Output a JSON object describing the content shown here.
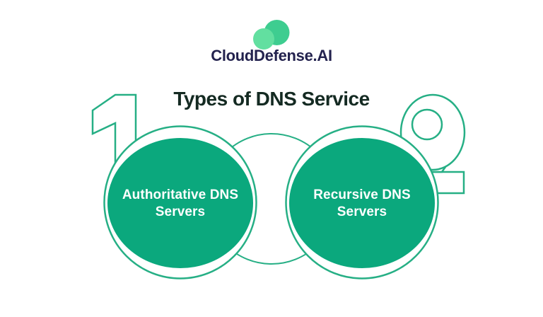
{
  "brand": {
    "name": "CloudDefense.AI",
    "logo_icon": "cloud-icon",
    "name_color": "#23224E",
    "cloud_main_color": "#3ECD90",
    "cloud_light_color": "#62DFA0"
  },
  "title": {
    "text": "Types of DNS Service",
    "color": "#142A22"
  },
  "diagram": {
    "items": [
      {
        "number": "1",
        "label": "Authoritative DNS Servers"
      },
      {
        "number": "2",
        "label": "Recursive DNS Servers"
      }
    ],
    "colors": {
      "circle_fill": "#0BA87D",
      "outline_green": "#26AF85",
      "label_text": "#FFFFFF",
      "background": "#FFFFFF"
    }
  }
}
